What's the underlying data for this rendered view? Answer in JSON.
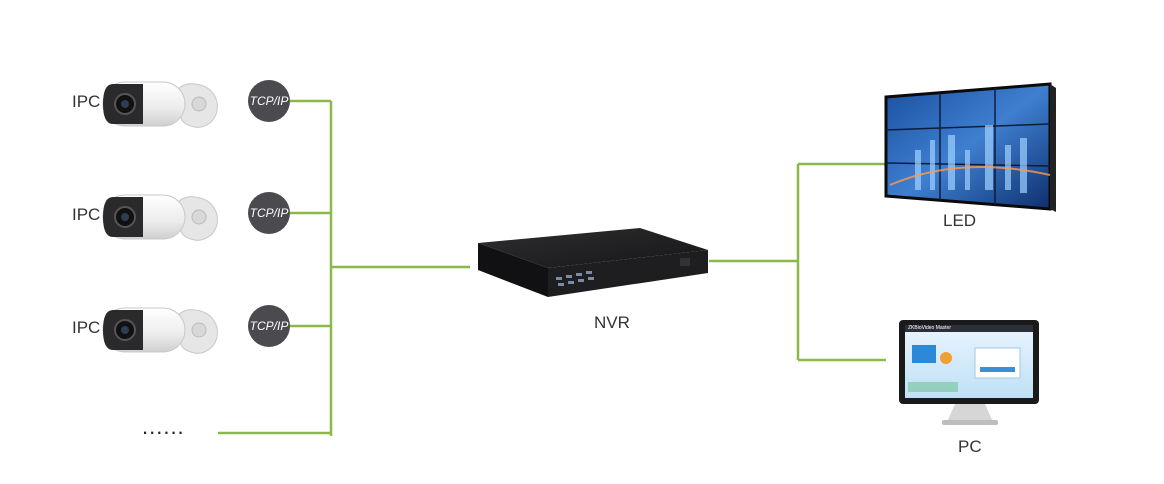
{
  "cameras": [
    {
      "label": "IPC",
      "protocol": "TCP/IP"
    },
    {
      "label": "IPC",
      "protocol": "TCP/IP"
    },
    {
      "label": "IPC",
      "protocol": "TCP/IP"
    }
  ],
  "more_indicator": "......",
  "recorder": {
    "label": "NVR"
  },
  "outputs": {
    "led": {
      "label": "LED"
    },
    "pc": {
      "label": "PC",
      "screen_title": "ZKBioVideo Master"
    }
  },
  "colors": {
    "link": "#8cb84a",
    "badge": "#4a4a4f",
    "device": "#1b1b1d",
    "camera_body": "#f2f2f2"
  }
}
